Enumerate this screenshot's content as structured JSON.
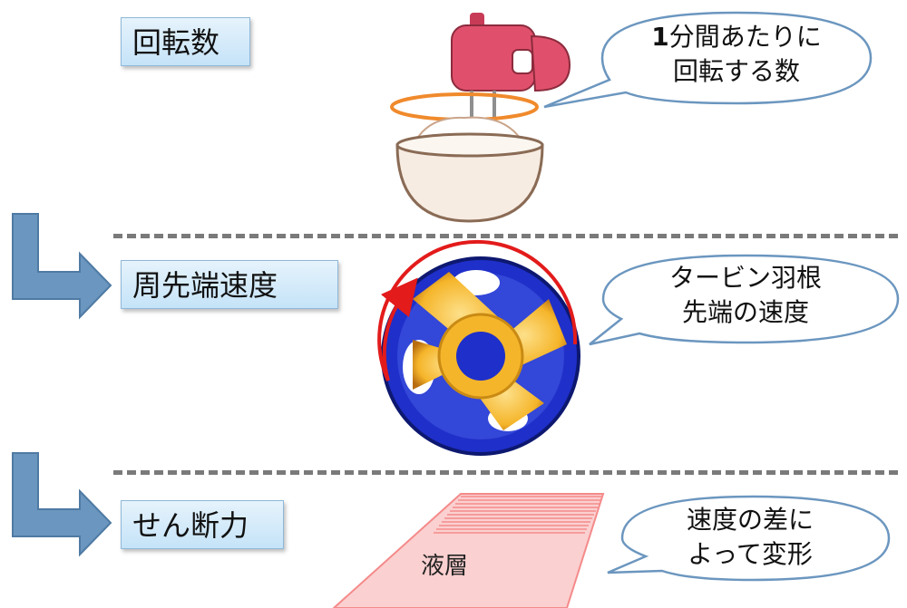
{
  "sections": [
    {
      "label": "回転数",
      "bubble_line1_num": "1",
      "bubble_line1_rest": "分間あたりに",
      "bubble_line2": "回転する数"
    },
    {
      "label": "周先端速度",
      "bubble_line1": "タービン羽根",
      "bubble_line2": "先端の速度"
    },
    {
      "label": "せん断力",
      "bubble_line1": "速度の差に",
      "bubble_line2": "よって変形",
      "layer_label": "液層"
    }
  ],
  "colors": {
    "label_fill": "#c5e3f8",
    "arrow": "#6b96bf",
    "divider": "#7a7a7a",
    "mixer": "#e0506c",
    "rotation_arrow_1": "#f08a2c",
    "impeller_ring": "#1a2fc8",
    "impeller_blade": "#f5b52a",
    "rotation_arrow_2": "#e31b1b",
    "liquid_layer": "#f58a8a"
  },
  "icons": [
    "hand-mixer-icon",
    "mixing-bowl-icon",
    "turbine-impeller-icon",
    "down-right-arrow-icon",
    "liquid-layer-icon"
  ]
}
